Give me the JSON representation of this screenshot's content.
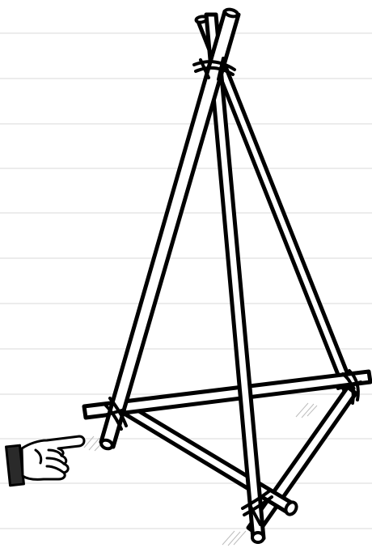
{
  "colors": {
    "background": "#ffffff",
    "ruled_line": "#e6e6e6",
    "ink": "#000000",
    "pole_fill": "#ffffff",
    "cuff": "#2a2a2a"
  },
  "illustration": {
    "subject": "tripod-frame",
    "pole_count": 6,
    "lashing_count": 4,
    "pointer_icon": "pointing-hand-icon"
  }
}
